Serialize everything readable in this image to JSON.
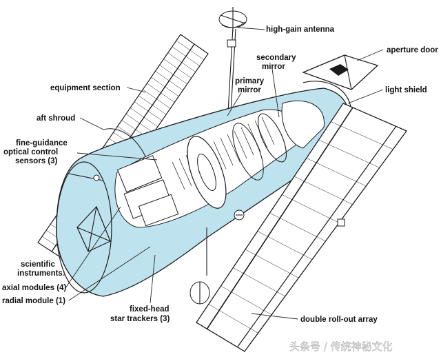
{
  "colors": {
    "body_fill": "#bfe3ee",
    "ink": "#1a1a1a",
    "panel_fill": "#ffffff",
    "watermark_text": "#ffffff"
  },
  "labels": {
    "high_gain_antenna": "high-gain antenna",
    "aperture_door": "aperture door",
    "secondary_mirror_1": "secondary",
    "secondary_mirror_2": "mirror",
    "primary_mirror_1": "primary",
    "primary_mirror_2": "mirror",
    "light_shield": "light shield",
    "equipment_section": "equipment section",
    "aft_shroud": "aft shroud",
    "fine_guidance_1": "fine-guidance",
    "fine_guidance_2": "optical control",
    "fine_guidance_3": "sensors (3)",
    "scientific_instruments_1": "scientific",
    "scientific_instruments_2": "instruments:",
    "axial_modules": "axial modules (4)",
    "radial_module": "radial module (1)",
    "fixed_head_1": "fixed-head",
    "fixed_head_2": "star trackers (3)",
    "double_rollout_array": "double roll-out array"
  },
  "watermark": "头条号 / 传统神秘文化"
}
